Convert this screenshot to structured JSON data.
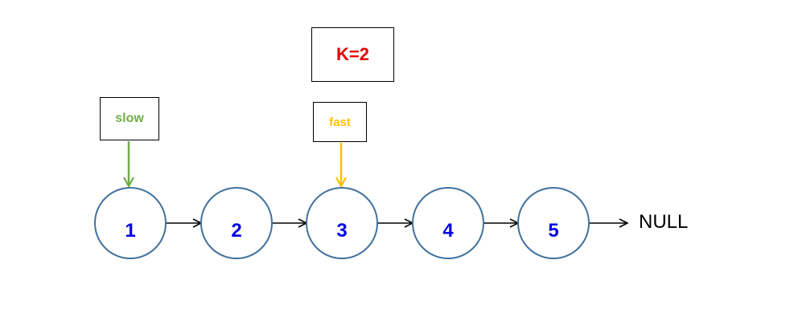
{
  "k_label": {
    "text": "K=2",
    "color": "#e60000"
  },
  "pointers": {
    "slow": {
      "text": "slow",
      "color": "#70ad47",
      "target_node": 1
    },
    "fast": {
      "text": "fast",
      "color": "#ffc000",
      "target_node": 3
    }
  },
  "nodes": [
    "1",
    "2",
    "3",
    "4",
    "5"
  ],
  "terminal_label": "NULL",
  "colors": {
    "node_stroke": "#41719c",
    "node_text": "#0000e6",
    "arrow": "#000000"
  }
}
